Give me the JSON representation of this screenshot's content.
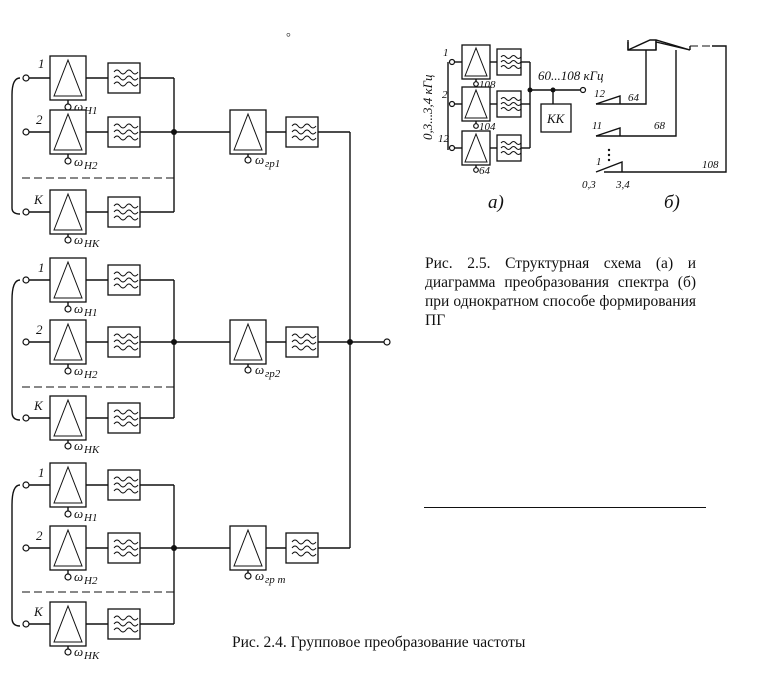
{
  "fig24": {
    "groups": [
      {
        "channels": [
          {
            "num": "1",
            "omega": "ω",
            "sub": "Н1"
          },
          {
            "num": "2",
            "omega": "ω",
            "sub": "Н2"
          },
          {
            "num": "К",
            "omega": "ω",
            "sub": "НК"
          }
        ],
        "group_omega": "ω",
        "group_sub": "гр1"
      },
      {
        "channels": [
          {
            "num": "1",
            "omega": "ω",
            "sub": "Н1"
          },
          {
            "num": "2",
            "omega": "ω",
            "sub": "Н2"
          },
          {
            "num": "К",
            "omega": "ω",
            "sub": "НК"
          }
        ],
        "group_omega": "ω",
        "group_sub": "гр2"
      },
      {
        "channels": [
          {
            "num": "1",
            "omega": "ω",
            "sub": "Н1"
          },
          {
            "num": "2",
            "omega": "ω",
            "sub": "Н2"
          },
          {
            "num": "К",
            "omega": "ω",
            "sub": "НК"
          }
        ],
        "group_omega": "ω",
        "group_sub": "гр m"
      }
    ],
    "caption": "Рис. 2.4. Групповое преобразование частоты"
  },
  "fig25": {
    "input_band": "0,3...3,4 кГц",
    "output_band": "60...108 кГц",
    "channel_nums": [
      "1",
      "2",
      "12"
    ],
    "channel_freqs": [
      "108",
      "104",
      "64"
    ],
    "kk_label": "КК",
    "label_a": "а)",
    "label_b": "б)",
    "spectrum_labels": {
      "ch12": "12",
      "ch11": "11",
      "ch1": "1",
      "f64": "64",
      "f68": "68",
      "f108": "108",
      "f03": "0,3",
      "f34": "3,4"
    },
    "caption": "Рис. 2.5. Структурная схема (а) и диаграмма преобразования спектра (б) при однократном способе формирования ПГ"
  },
  "stray_mark": "°"
}
